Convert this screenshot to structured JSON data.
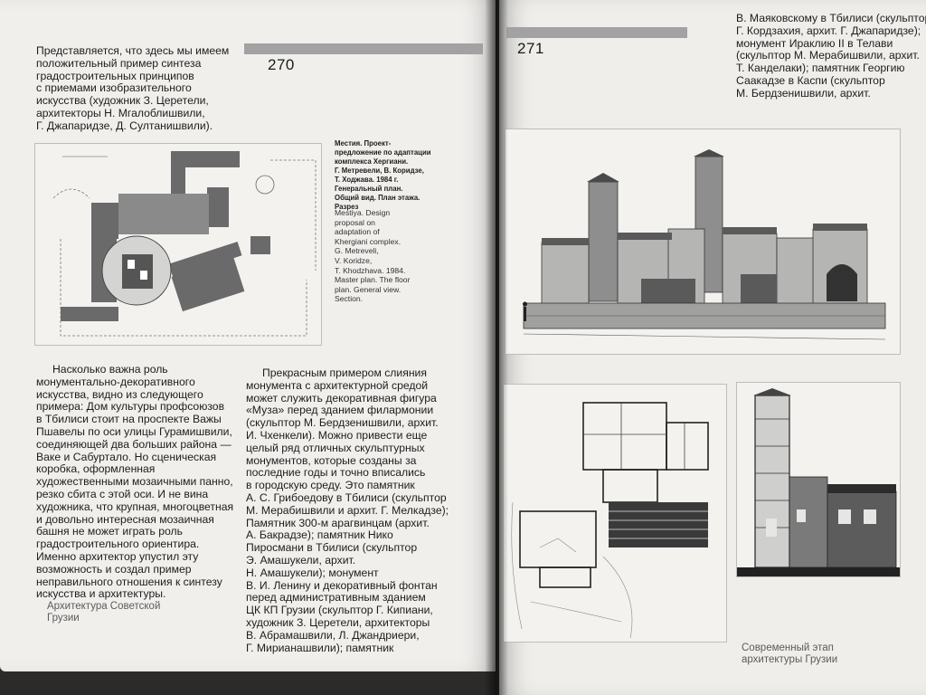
{
  "left_page": {
    "page_number": "270",
    "intro_lines": [
      "Представляется, что здесь мы имеем",
      "положительный пример синтеза",
      "градостроительных принципов",
      "с приемами изобразительного",
      "искусства (художник З. Церетели,",
      "архитекторы Н. Мгалоблишвили,",
      "Г. Джапаридзе, Д. Султанишвили)."
    ],
    "caption_ru": [
      "Местия. Проект-",
      "предложение по адаптации",
      "комплекса Хергиани.",
      "Г. Метревели, В. Коридзе,",
      "Т. Ходжава. 1984 г.",
      "Генеральный план.",
      "Общий вид. План этажа.",
      "Разрез"
    ],
    "caption_en": [
      "Mestiya. Design",
      "proposal on",
      "adaptation of",
      "Khergiani complex.",
      "G. Metreveli,",
      "V. Koridze,",
      "T. Khodzhava. 1984.",
      "Master plan. The floor",
      "plan. General view.",
      "Section."
    ],
    "col1_lines": [
      "Насколько важна роль",
      "монументально-декоративного",
      "искусства, видно из следующего",
      "примера: Дом культуры профсоюзов",
      "в Тбилиси стоит на проспекте Важы",
      "Пшавелы по оси улицы Гурамишвили,",
      "соединяющей два больших района —",
      "Ваке и Сабуртало. Но сценическая",
      "коробка, оформленная",
      "художественными мозаичными панно,",
      "резко сбита с этой оси. И не вина",
      "художника, что крупная, многоцветная",
      "и довольно интересная мозаичная",
      "башня не может играть роль",
      "градостроительного ориентира.",
      "Именно архитектор упустил эту",
      "возможность и создал пример",
      "неправильного отношения к синтезу",
      "искусства и архитектуры."
    ],
    "col2_lines": [
      "Прекрасным примером слияния",
      "монумента с архитектурной средой",
      "может служить декоративная фигура",
      "«Муза» перед зданием филармонии",
      "(скульптор М. Бердзенишвили, архит.",
      "И. Чхенкели). Можно привести еще",
      "целый ряд отличных скульптурных",
      "монументов, которые созданы за",
      "последние годы и точно вписались",
      "в городскую среду. Это памятник",
      "А. С. Грибоедову в Тбилиси (скульптор",
      "М. Мерабишвили и архит. Г. Мелкадзе);",
      "Памятник 300-м арагвинцам (архит.",
      "А. Бакрадзе); памятник Нико",
      "Пиросмани в Тбилиси (скульптор",
      "Э. Амашукели, архит.",
      "Н. Амашукели); монумент",
      "В. И. Ленину и декоративный фонтан",
      "перед административным зданием",
      "ЦК КП Грузии (скульптор Г. Кипиани,",
      "художник З. Церетели, архитекторы",
      "В. Абрамашвили, Л. Джандриери,",
      "Г. Мирианашвили); памятник"
    ],
    "running_footer": [
      "Архитектура Советской",
      "Грузии"
    ]
  },
  "right_page": {
    "page_number": "271",
    "top_lines": [
      "В. Маяковскому в Тбилиси (скульптор",
      "Г. Кордзахия, архит. Г. Джапаридзе);",
      "монумент Ираклию II в Телави",
      "(скульптор М. Мерабишвили, архит.",
      "Т. Канделаки); памятник Георгию",
      "Саакадзе в Каспи (скульптор",
      "М. Бердзенишвили, архит."
    ],
    "running_footer": [
      "Современный этап",
      "архитектуры Грузии"
    ]
  },
  "colors": {
    "page": "#f0efec",
    "ink": "#1d1d1d",
    "bar": "#a2a2a2",
    "background": "#2c2b29"
  }
}
